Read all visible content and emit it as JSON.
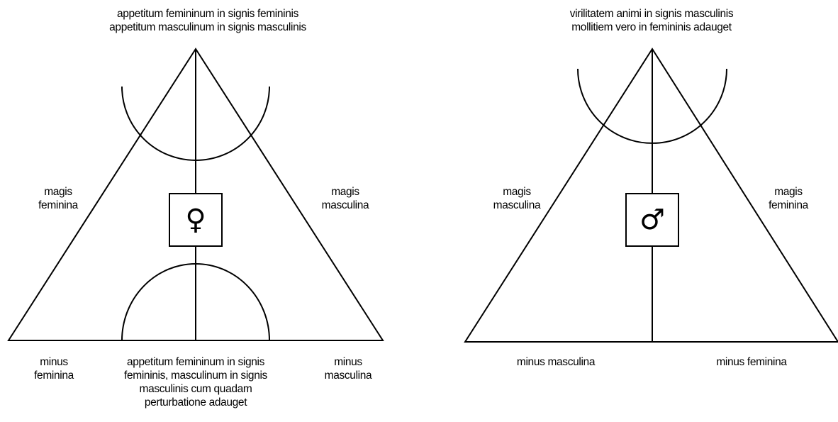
{
  "left_diagram": {
    "top_label": {
      "line1": "appetitum femininum in signis femininis",
      "line2": "appetitum masculinum in signis masculinis"
    },
    "left_side_label": {
      "line1": "magis",
      "line2": "feminina"
    },
    "right_side_label": {
      "line1": "magis",
      "line2": "masculina"
    },
    "bottom_left_label": {
      "line1": "minus",
      "line2": "feminina"
    },
    "bottom_right_label": {
      "line1": "minus",
      "line2": "masculina"
    },
    "bottom_center_label": {
      "line1": "appetitum femininum in signis",
      "line2": "femininis, masculinum in signis",
      "line3": "masculinis cum quadam",
      "line4": "perturbatione adauget"
    },
    "symbol": "♀",
    "symbol_icon": "venus-symbol-icon"
  },
  "right_diagram": {
    "top_label": {
      "line1": "virilitatem animi in signis masculinis",
      "line2": "mollitiem vero in femininis adauget"
    },
    "left_side_label": {
      "line1": "magis",
      "line2": "masculina"
    },
    "right_side_label": {
      "line1": "magis",
      "line2": "feminina"
    },
    "bottom_left_label": {
      "line1": "minus masculina"
    },
    "bottom_right_label": {
      "line1": "minus feminina"
    },
    "symbol": "♂",
    "symbol_icon": "mars-symbol-icon"
  }
}
